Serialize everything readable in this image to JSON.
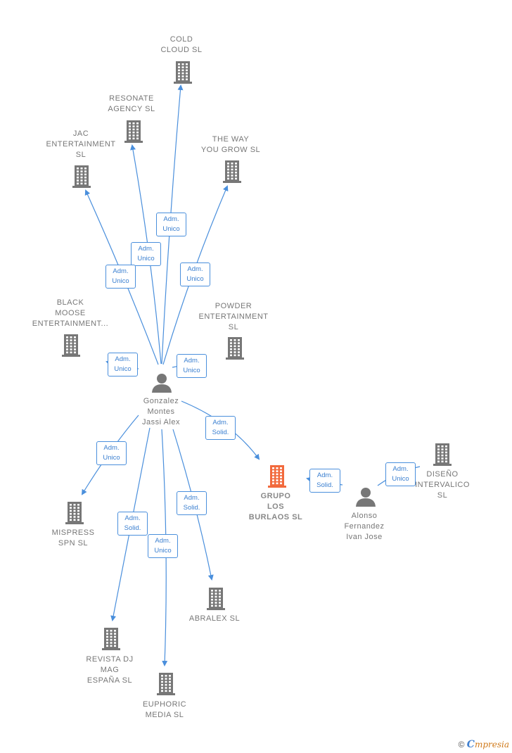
{
  "colors": {
    "edge": "#4a8fdc",
    "company": "#777777",
    "highlight": "#f26a3d",
    "person": "#777777"
  },
  "nodes": [
    {
      "id": "cold_cloud",
      "type": "company",
      "label": "COLD\nCLOUD  SL"
    },
    {
      "id": "resonate",
      "type": "company",
      "label": "RESONATE\nAGENCY  SL"
    },
    {
      "id": "jac",
      "type": "company",
      "label": "JAC\nENTERTAINMENT\nSL"
    },
    {
      "id": "the_way",
      "type": "company",
      "label": "THE WAY\nYOU GROW  SL"
    },
    {
      "id": "black_moose",
      "type": "company",
      "label": "BLACK\nMOOSE\nENTERTAINMENT..."
    },
    {
      "id": "powder",
      "type": "company",
      "label": "POWDER\nENTERTAINMENT\nSL"
    },
    {
      "id": "gonzalez",
      "type": "person",
      "label": "Gonzalez\nMontes\nJassi Alex"
    },
    {
      "id": "grupo",
      "type": "company",
      "highlight": true,
      "label": "GRUPO\nLOS\nBURLAOS  SL"
    },
    {
      "id": "alonso",
      "type": "person",
      "label": "Alonso\nFernandez\nIvan Jose"
    },
    {
      "id": "diseno",
      "type": "company",
      "label": "DISEÑO\nINTERVALICO\nSL"
    },
    {
      "id": "mispress",
      "type": "company",
      "label": "MISPRESS\nSPN  SL"
    },
    {
      "id": "abralex",
      "type": "company",
      "label": "ABRALEX SL"
    },
    {
      "id": "revista",
      "type": "company",
      "label": "REVISTA DJ\nMAG\nESPAÑA  SL"
    },
    {
      "id": "euphoric",
      "type": "company",
      "label": "EUPHORIC\nMEDIA  SL"
    }
  ],
  "edges": [
    {
      "from": "gonzalez",
      "to": "cold_cloud",
      "label": "Adm.\nUnico"
    },
    {
      "from": "gonzalez",
      "to": "resonate",
      "label": "Adm.\nUnico"
    },
    {
      "from": "gonzalez",
      "to": "jac",
      "label": "Adm.\nUnico"
    },
    {
      "from": "gonzalez",
      "to": "the_way",
      "label": "Adm.\nUnico"
    },
    {
      "from": "gonzalez",
      "to": "black_moose",
      "label": "Adm.\nUnico"
    },
    {
      "from": "gonzalez",
      "to": "powder",
      "label": "Adm.\nUnico"
    },
    {
      "from": "gonzalez",
      "to": "grupo",
      "label": "Adm.\nSolid."
    },
    {
      "from": "gonzalez",
      "to": "mispress",
      "label": "Adm.\nUnico"
    },
    {
      "from": "gonzalez",
      "to": "revista",
      "label": "Adm.\nSolid."
    },
    {
      "from": "gonzalez",
      "to": "euphoric",
      "label": "Adm.\nUnico"
    },
    {
      "from": "gonzalez",
      "to": "abralex",
      "label": "Adm.\nSolid."
    },
    {
      "from": "alonso",
      "to": "grupo",
      "label": "Adm.\nSolid."
    },
    {
      "from": "alonso",
      "to": "diseno",
      "label": "Adm.\nUnico"
    }
  ],
  "footer": {
    "copyright": "©",
    "brand_e": "C",
    "brand_rest": "mpresia"
  }
}
